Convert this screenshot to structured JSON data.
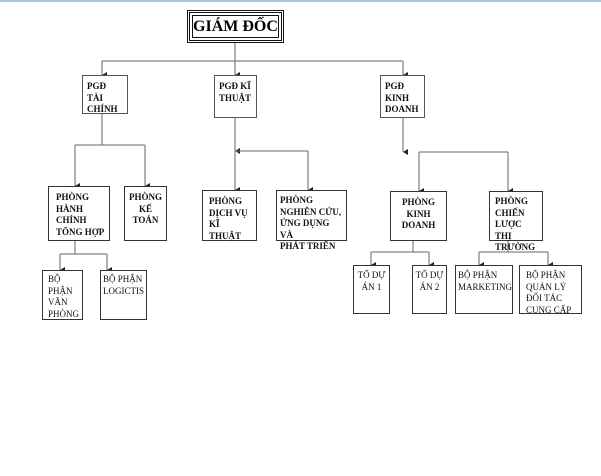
{
  "director": "GIÁM ĐỐC",
  "deputies": [
    {
      "label": "PGĐ TÀI\nCHÍNH"
    },
    {
      "label": "PGĐ KĨ\nTHUẬT"
    },
    {
      "label": "PGĐ\nKINH\nDOANH"
    }
  ],
  "departments": [
    {
      "label": "PHÒNG\nHÀNH\nCHÍNH\nTỔNG HỢP"
    },
    {
      "label": "PHÒNG\nKẾ\nTOÁN"
    },
    {
      "label": "PHÒNG\nDỊCH VỤ\nKĨ THUẬT"
    },
    {
      "label": "PHÒNG\nNGHIÊN CỨU,\nỨNG DỤNG VÀ\nPHÁT TRIỂN"
    },
    {
      "label": "PHÒNG\nKINH\nDOANH"
    },
    {
      "label": "PHÒNG\nCHIẾN\nLƯỢC THỊ\nTRƯỜNG"
    }
  ],
  "units": [
    {
      "label": "BỘ\nPHẬN\nVĂN\nPHÒNG"
    },
    {
      "label": "BỘ PHẬN\nLOGICTIS"
    },
    {
      "label": "TỔ DỰ\nÁN 1"
    },
    {
      "label": "TỔ DỰ\nÁN 2"
    },
    {
      "label": "BỘ PHẬN\nMARKETING"
    },
    {
      "label": "BỘ PHẬN\nQUẢN LÝ\nĐỐI TÁC\nCUNG CẤP"
    }
  ],
  "colors": {
    "line": "#555555",
    "border": "#333333",
    "top_rule": "#a9c4e8"
  }
}
